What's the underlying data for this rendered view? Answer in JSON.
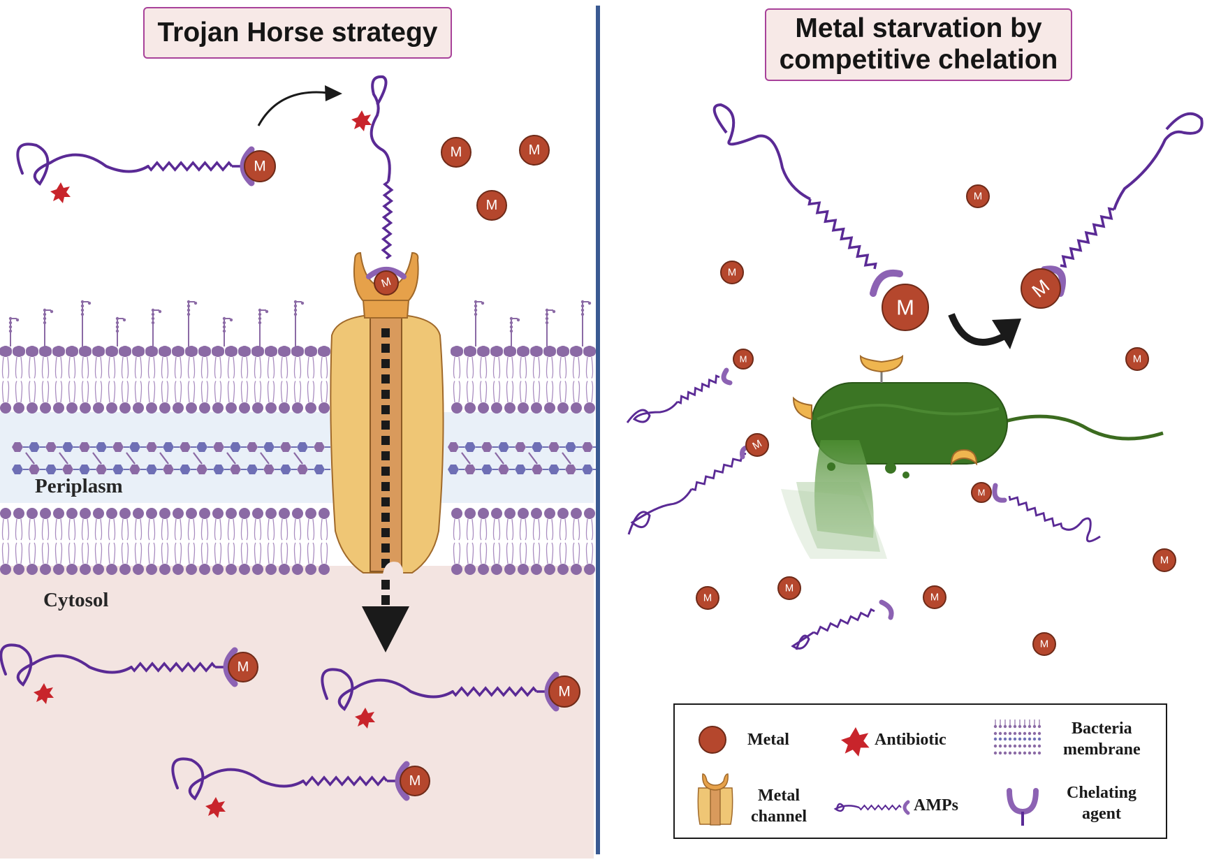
{
  "panels": {
    "left": {
      "title": "Trojan Horse strategy",
      "labels": {
        "periplasm": "Periplasm",
        "cytosol": "Cytosol"
      }
    },
    "right": {
      "title": "Metal starvation by\ncompetitive chelation"
    }
  },
  "metal_symbol": "M",
  "legend": {
    "items": [
      {
        "icon": "metal-icon",
        "label": "Metal"
      },
      {
        "icon": "antibiotic-icon",
        "label": "Antibiotic"
      },
      {
        "icon": "bacteria-membrane-icon",
        "label": "Bacteria\nmembrane"
      },
      {
        "icon": "metal-channel-icon",
        "label": "Metal\nchannel"
      },
      {
        "icon": "amp-icon",
        "label": "AMPs"
      },
      {
        "icon": "chelating-agent-icon",
        "label": "Chelating\nagent"
      }
    ]
  },
  "colors": {
    "metal": "#b5472d",
    "antibiotic": "#c8242b",
    "amp_chain": "#5a2a95",
    "chelator": "#8c62b3",
    "channel": "#efc675",
    "membrane": "#8b6aa5",
    "periplasm_band": "#e9f0f8",
    "cytosol": "#f3e4e1",
    "bacterium": "#3b7524",
    "divider": "#3a5a92",
    "title_border": "#a8429a"
  }
}
